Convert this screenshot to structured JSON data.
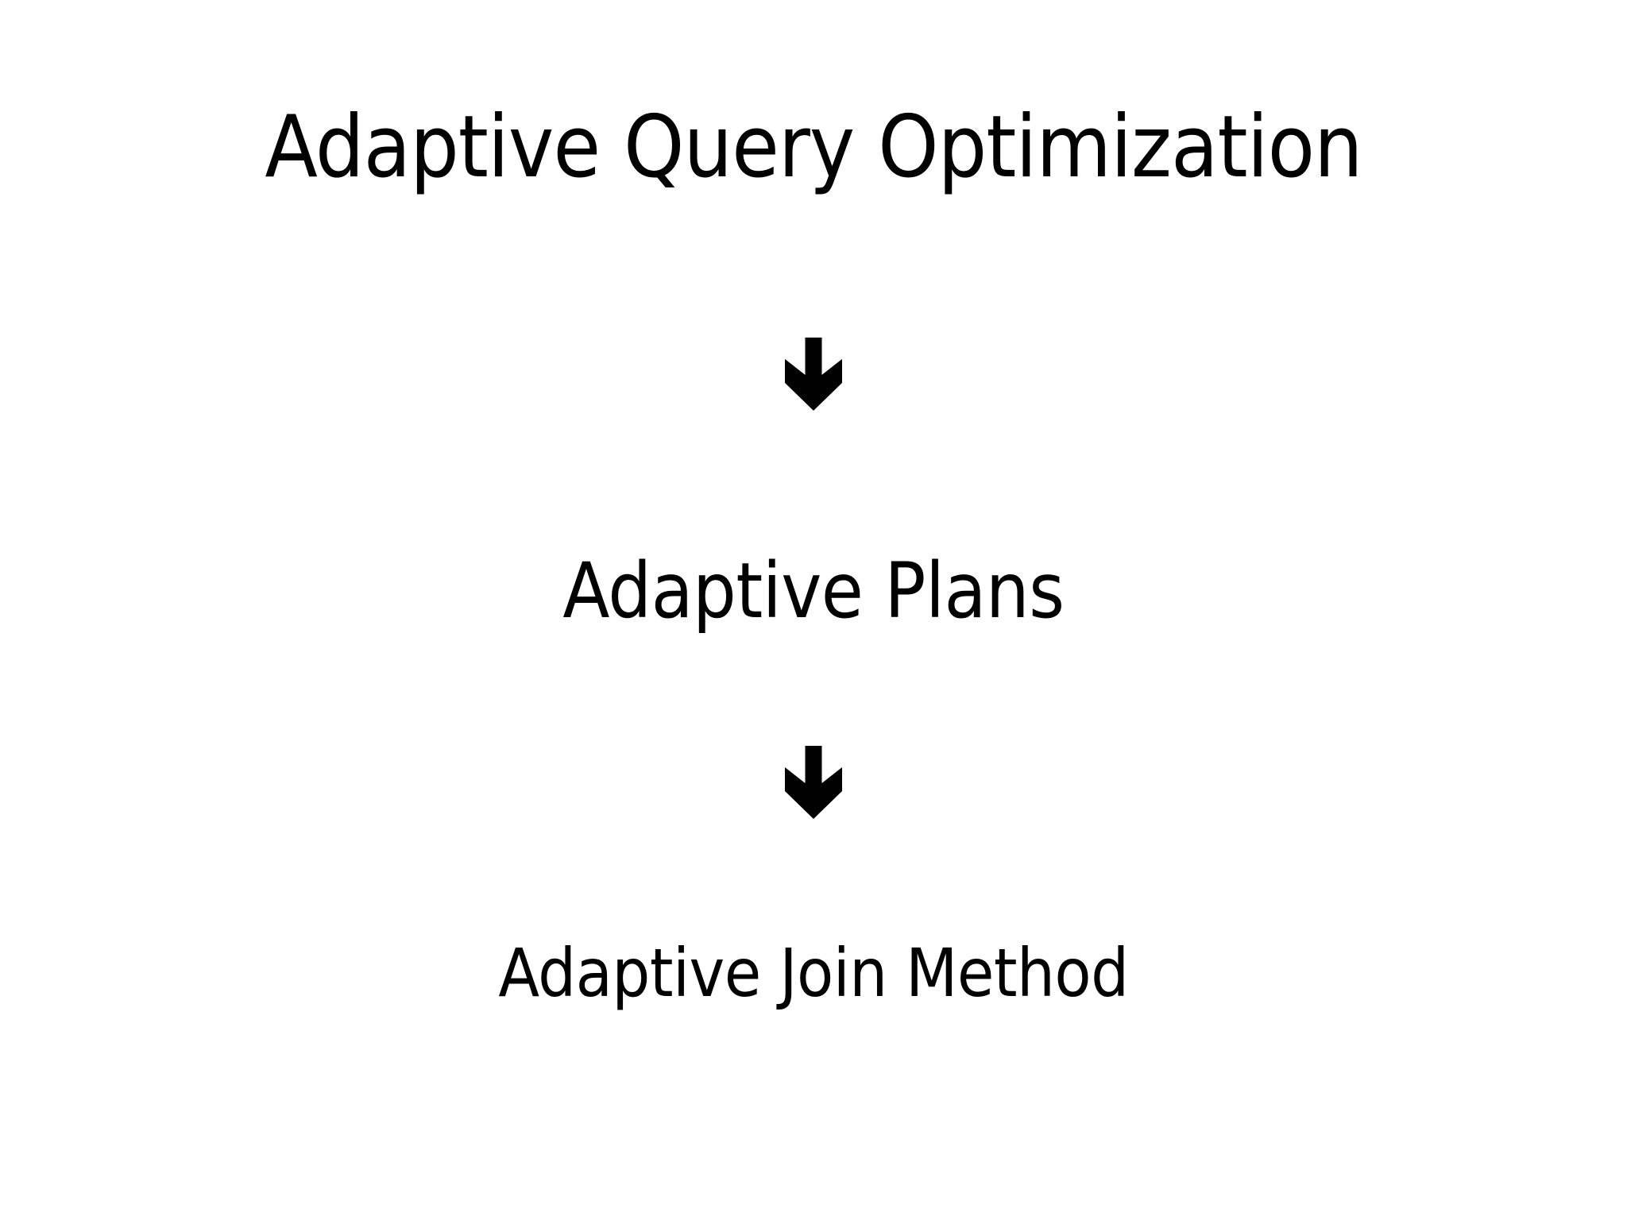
{
  "slide": {
    "background_color": "#FFFFFF",
    "text_color": "#000000",
    "title": "Adaptive Query Optimization",
    "flow": {
      "nodes": [
        {
          "label": "Adaptive Query Optimization",
          "level": 1
        },
        {
          "label": "Adaptive Plans",
          "level": 2
        },
        {
          "label": "Adaptive Join Method",
          "level": 3
        }
      ],
      "connectors": [
        {
          "icon": "arrow-down-icon",
          "from": "Adaptive Query Optimization",
          "to": "Adaptive Plans"
        },
        {
          "icon": "arrow-down-icon",
          "from": "Adaptive Plans",
          "to": "Adaptive Join Method"
        }
      ]
    }
  }
}
